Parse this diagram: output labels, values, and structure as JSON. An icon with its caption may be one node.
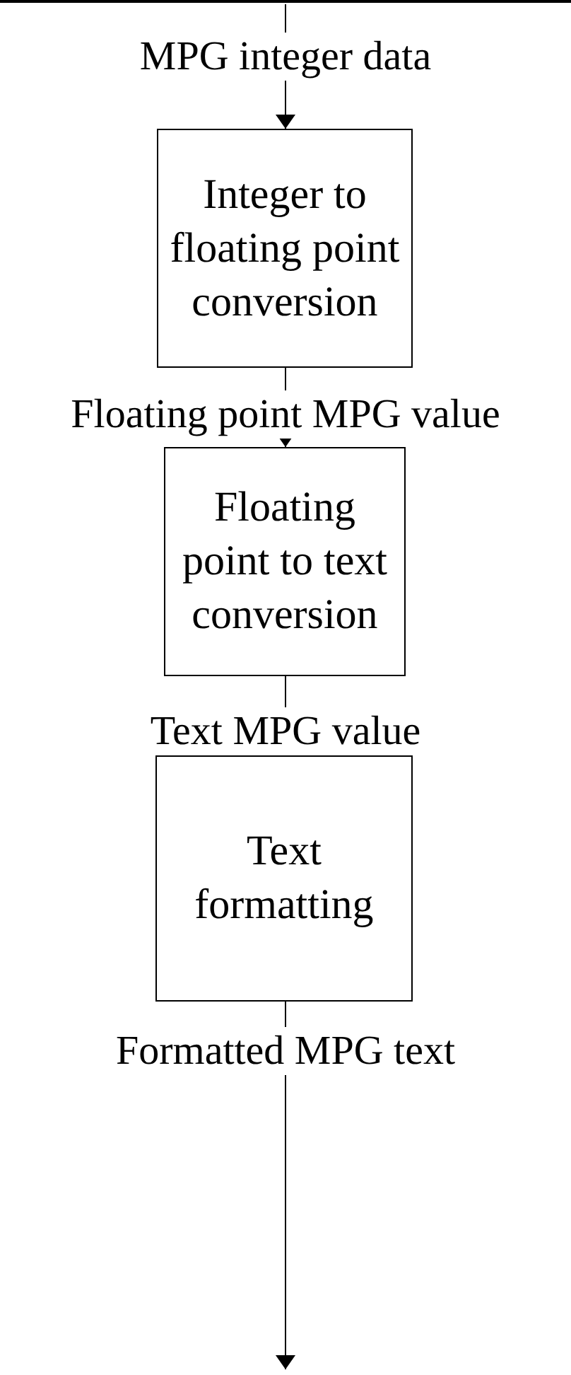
{
  "diagram": {
    "nodes": [
      {
        "text": [
          "Integer to floating point conversion"
        ]
      },
      {
        "text": [
          "Floating point to text conversion"
        ]
      },
      {
        "text": [
          "Text formatting"
        ]
      }
    ],
    "edges": [
      {
        "from": null,
        "to": 0,
        "arrow": "to",
        "label": "MPG integer data"
      },
      {
        "from": 0,
        "to": 1,
        "arrow": "to",
        "label": "Floating point MPG value"
      },
      {
        "from": 1,
        "to": 2,
        "arrow": "to",
        "label": "Text MPG value"
      },
      {
        "from": 2,
        "to": null,
        "arrow": "to",
        "label": "Formatted MPG text"
      }
    ]
  }
}
